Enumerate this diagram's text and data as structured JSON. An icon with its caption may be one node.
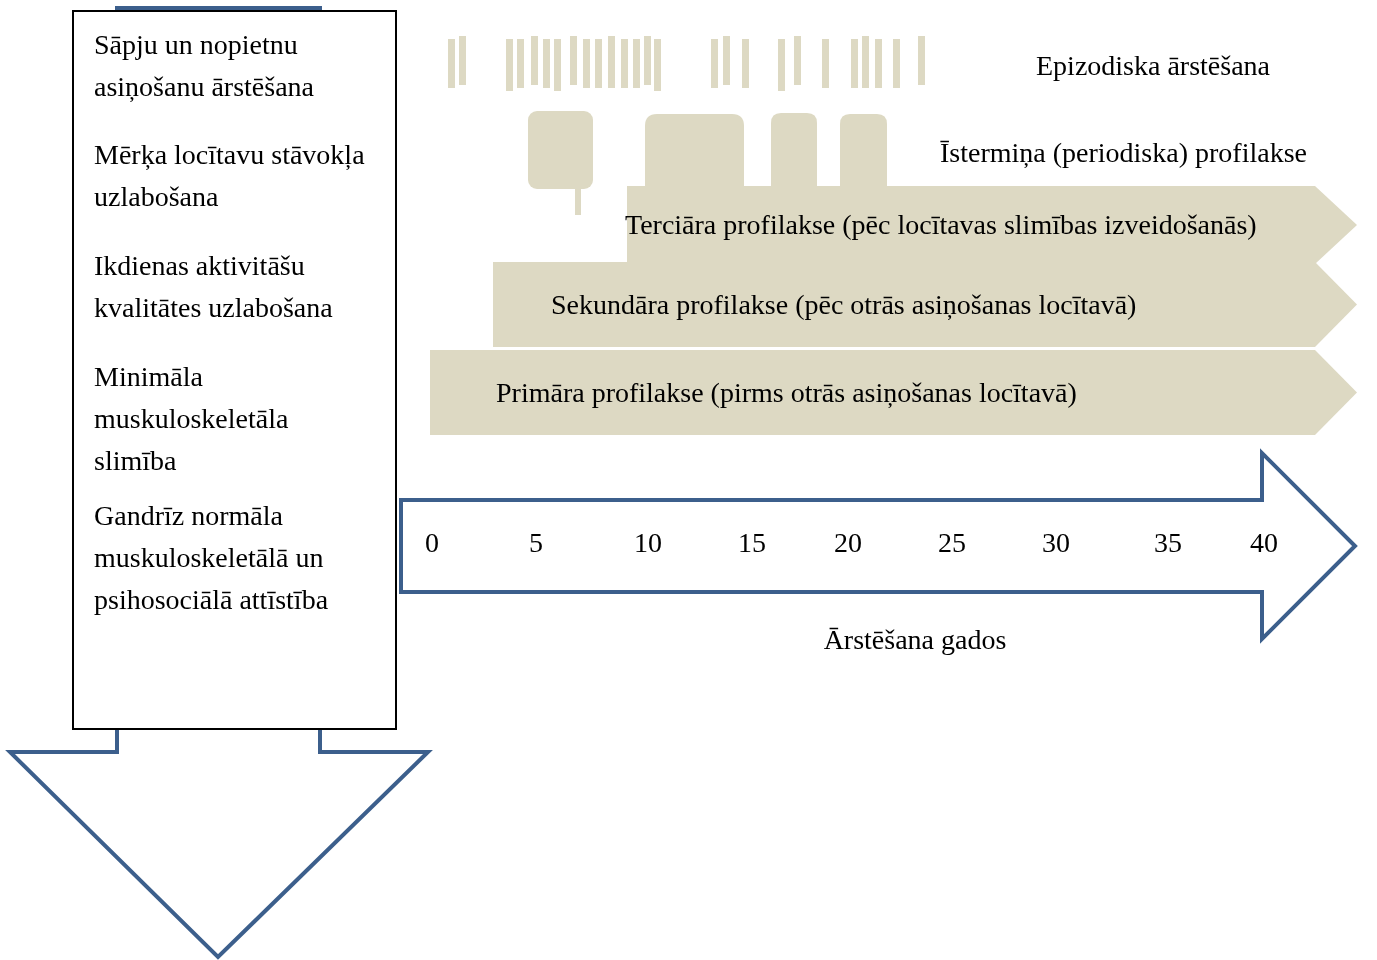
{
  "diagram": {
    "nodes": [
      {
        "text": [
          "Sāpju un nopietnu asiņošanu ārstēšana",
          "Mērķa locītavu stāvokļa uzlabošana",
          "Ikdienas aktivitāšu kvalitātes uzlabošana",
          "Minimāla muskuloskeletāla slimība",
          "Gandrīz normāla muskuloskeletālā un psihosociālā attīstība"
        ]
      },
      {
        "text": [
          "Terciāra profilakse (pēc locītavas slimības izveidošanās)"
        ]
      },
      {
        "text": [
          "Sekundāra profilakse (pēc otrās asiņošanas locītavā)"
        ]
      },
      {
        "text": [
          "Primāra profilakse (pirms otrās asiņošanas locītavā)"
        ]
      }
    ],
    "labels": [
      "Epizodiska ārstēšana",
      "Īstermiņa (periodiska) profilakse",
      "0",
      "5",
      "10",
      "15",
      "20",
      "25",
      "30",
      "35",
      "40",
      "Ārstēšana gados"
    ]
  }
}
